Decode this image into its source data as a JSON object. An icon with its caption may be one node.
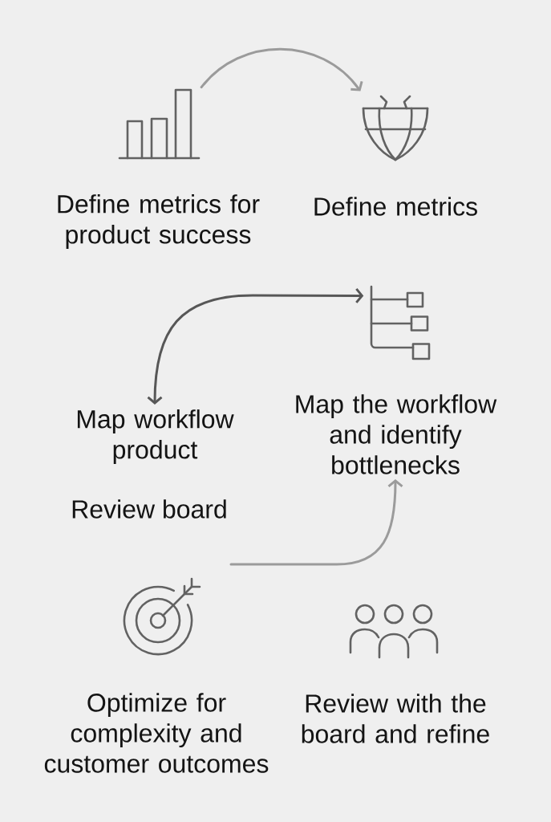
{
  "diagram": {
    "nodes": [
      {
        "text": [],
        "shape": "picture"
      },
      {
        "text": [
          "Define metrics for product success"
        ]
      },
      {
        "text": [],
        "shape": "picture"
      },
      {
        "text": [
          "Define metrics"
        ]
      },
      {
        "text": [],
        "shape": "picture"
      },
      {
        "text": [
          "Map workflow product"
        ]
      },
      {
        "text": [
          "Map the workflow and identify bottlenecks"
        ]
      },
      {
        "text": [],
        "shape": "picture"
      },
      {
        "text": [
          "Optimize for complexity and customer outcomes"
        ]
      },
      {
        "text": [],
        "shape": "picture"
      },
      {
        "text": [
          "Review with the board and refine"
        ]
      }
    ],
    "edges": [
      {
        "from": 0,
        "to": 2,
        "arrow": "to"
      },
      {
        "from": 5,
        "to": 4,
        "arrow": "both",
        "color": "#575757"
      },
      {
        "from": null,
        "to": 6,
        "arrow": "to"
      }
    ],
    "labels": [
      "Review board"
    ]
  }
}
